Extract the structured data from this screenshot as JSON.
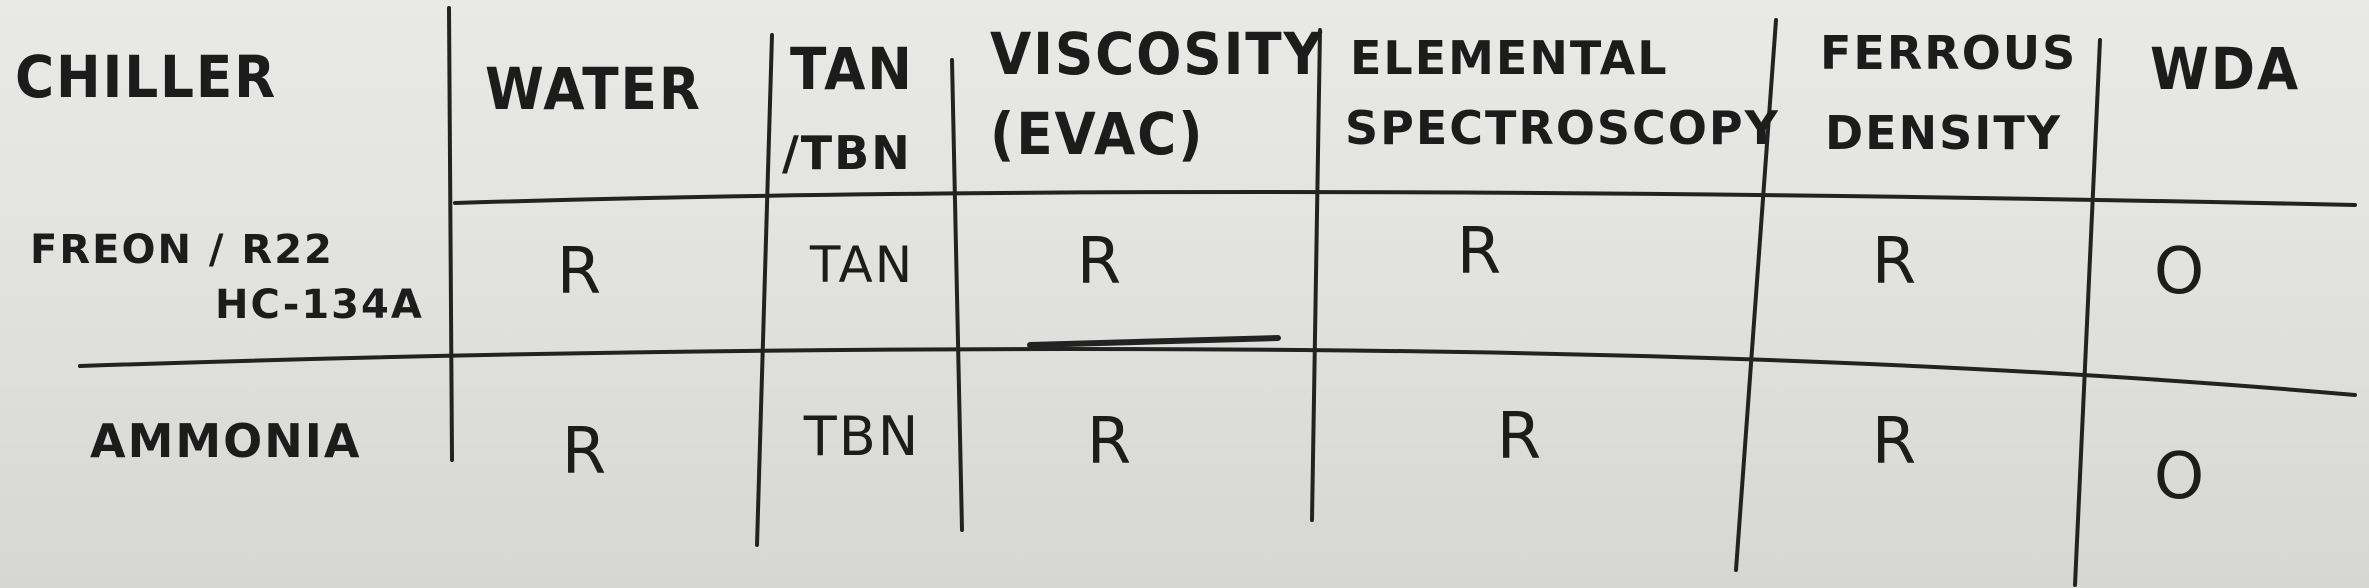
{
  "table": {
    "corner_label": "CHILLER",
    "columns": [
      {
        "line1": "WATER",
        "line2": ""
      },
      {
        "line1": "TAN",
        "line2": "/TBN"
      },
      {
        "line1": "VISCOSITY",
        "line2": "(EVAC)"
      },
      {
        "line1": "ELEMENTAL",
        "line2": "SPECTROSCOPY"
      },
      {
        "line1": "FERROUS",
        "line2": "DENSITY"
      },
      {
        "line1": "WDA",
        "line2": ""
      }
    ],
    "rows": [
      {
        "label1": "FREON / R22",
        "label2": "HC-134A",
        "cells": [
          "R",
          "TAN",
          "R",
          "R",
          "R",
          "O"
        ]
      },
      {
        "label1": "AMMONIA",
        "label2": "",
        "cells": [
          "R",
          "TBN",
          "R",
          "R",
          "R",
          "O"
        ]
      }
    ]
  },
  "colors": {
    "ink": "#1c1c1c",
    "board": "#e4e4e2"
  }
}
